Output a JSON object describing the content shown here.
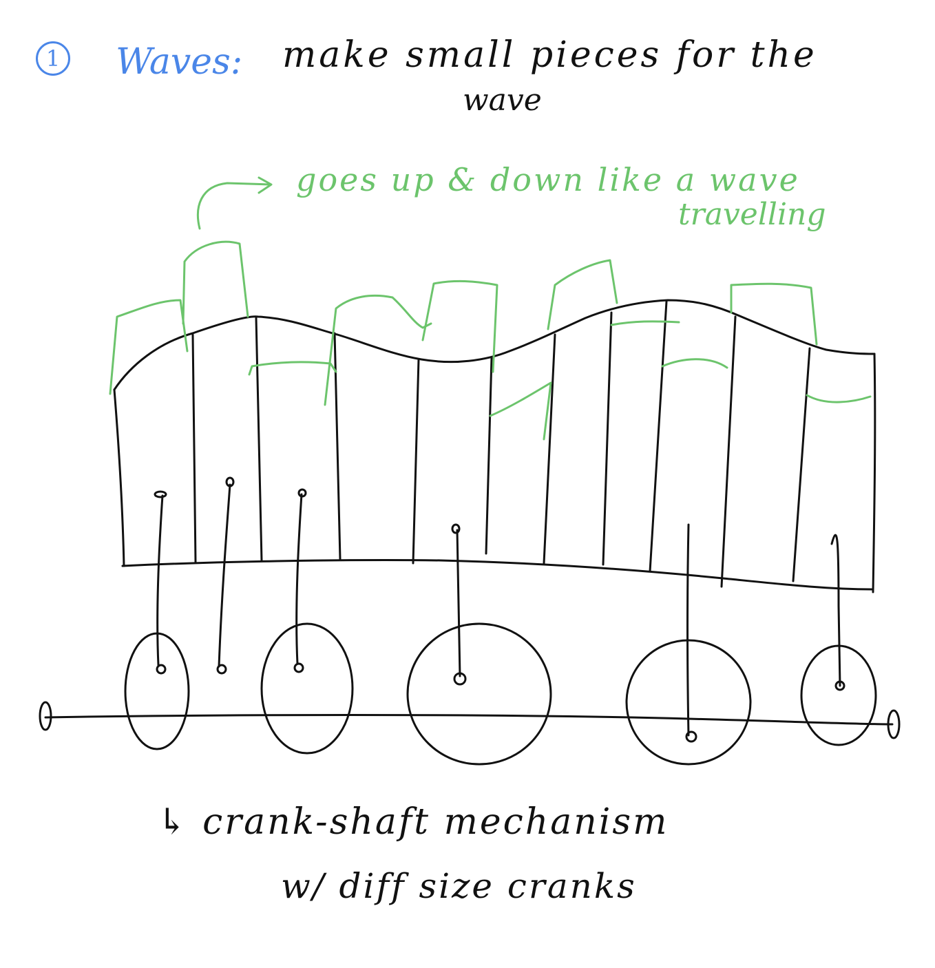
{
  "colors": {
    "ink": "#111111",
    "heading": "#4a86e8",
    "annotation": "#6cc46c"
  },
  "title": {
    "number": "1",
    "heading": "Waves:",
    "body": "make small pieces for the",
    "continuation": "wave"
  },
  "annotation": {
    "line1": "goes up & down like a wave",
    "line2": "travelling"
  },
  "caption": {
    "line1": "↳ crank-shaft mechanism",
    "line2": "w/ diff size cranks"
  }
}
